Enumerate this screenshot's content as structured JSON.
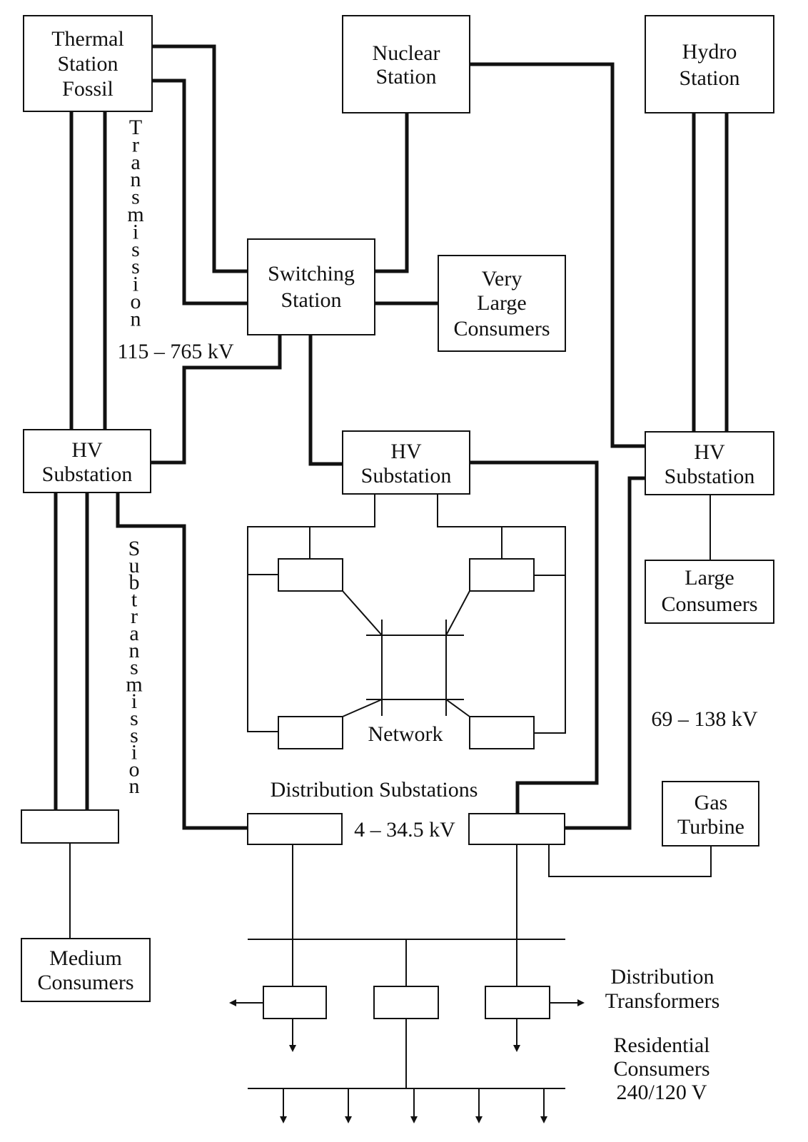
{
  "nodes": {
    "thermal": [
      "Thermal",
      "Station",
      "Fossil"
    ],
    "nuclear": [
      "Nuclear",
      "Station"
    ],
    "hydro": [
      "Hydro",
      "Station"
    ],
    "switching": [
      "Switching",
      "Station"
    ],
    "very_large": [
      "Very",
      "Large",
      "Consumers"
    ],
    "hv_left": [
      "HV",
      "Substation"
    ],
    "hv_mid": [
      "HV",
      "Substation"
    ],
    "hv_right": [
      "HV",
      "Substation"
    ],
    "large": [
      "Large",
      "Consumers"
    ],
    "gas": [
      "Gas",
      "Turbine"
    ],
    "medium": [
      "Medium",
      "Consumers"
    ]
  },
  "labels": {
    "transmission": "Transmission",
    "transmission_voltage": "115 – 765 kV",
    "subtransmission": "Subtransmission",
    "subtransmission_voltage": "69 – 138 kV",
    "network": "Network",
    "distribution_substations": "Distribution Substations",
    "distribution_voltage": "4 – 34.5 kV",
    "distribution_transformers": [
      "Distribution",
      "Transformers"
    ],
    "residential": [
      "Residential",
      "Consumers",
      "240/120 V"
    ]
  }
}
